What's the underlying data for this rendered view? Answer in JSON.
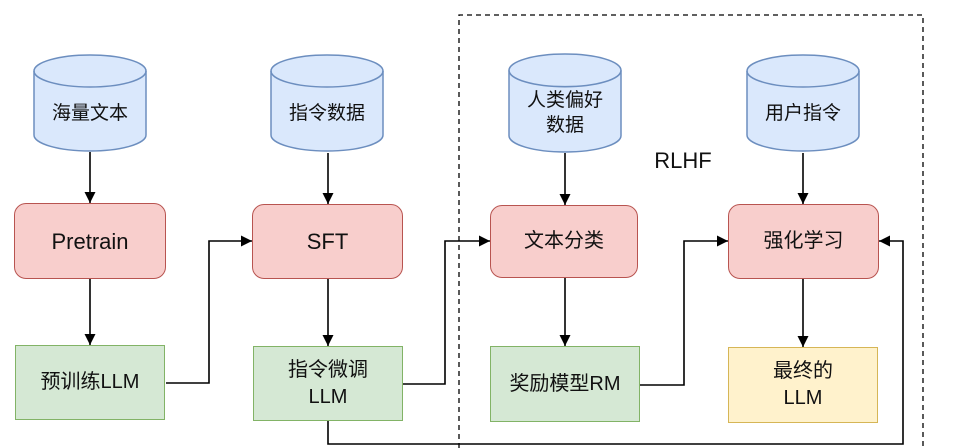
{
  "diagram": {
    "region_label": "RLHF",
    "colors": {
      "datastore_fill": "#dae8fc",
      "datastore_stroke": "#6c8ebf",
      "process_fill": "#f8cecc",
      "process_stroke": "#b85450",
      "model_fill": "#d5e8d4",
      "model_stroke": "#82b366",
      "final_fill": "#fff2cc",
      "final_stroke": "#d6b656",
      "edge_stroke": "#000000",
      "text_color": "#111111"
    },
    "nodes": {
      "massive_text": {
        "label": "海量文本",
        "type": "datastore"
      },
      "instruction_data": {
        "label": "指令数据",
        "type": "datastore"
      },
      "human_preference_data": {
        "label": "人类偏好\n数据",
        "type": "datastore"
      },
      "user_instructions": {
        "label": "用户指令",
        "type": "datastore"
      },
      "pretrain": {
        "label": "Pretrain",
        "type": "process"
      },
      "sft": {
        "label": "SFT",
        "type": "process"
      },
      "text_classification": {
        "label": "文本分类",
        "type": "process"
      },
      "reinforcement_learning": {
        "label": "强化学习",
        "type": "process"
      },
      "pretrained_llm": {
        "label": "预训练LLM",
        "type": "model"
      },
      "instruction_tuned_llm": {
        "label": "指令微调\nLLM",
        "type": "model"
      },
      "reward_model": {
        "label": "奖励模型RM",
        "type": "model"
      },
      "final_llm": {
        "label": "最终的\nLLM",
        "type": "final-model"
      }
    },
    "edges": [
      "massive_text -> pretrain",
      "instruction_data -> sft",
      "human_preference_data -> text_classification",
      "user_instructions -> reinforcement_learning",
      "pretrain -> pretrained_llm",
      "sft -> instruction_tuned_llm",
      "text_classification -> reward_model",
      "reinforcement_learning -> final_llm",
      "pretrained_llm -> sft",
      "instruction_tuned_llm -> text_classification",
      "reward_model -> reinforcement_learning",
      "instruction_tuned_llm -> reinforcement_learning"
    ]
  }
}
